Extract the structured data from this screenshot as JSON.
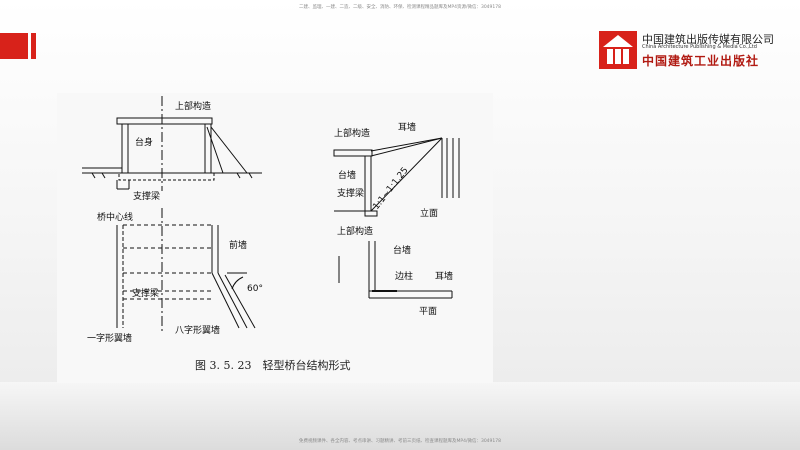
{
  "header": {
    "note": "二建、监理、一建、二造、二级、安全、消防、环保、检测课程精品题库及MP4资源/微信：3049178"
  },
  "footer": {
    "note": "免费视频课件、各全内容、考点串讲、习题精讲、考前三页纸、检查课程题库及MP4/微信：3049178"
  },
  "brand": {
    "name_cn": "中国建筑出版传媒有限公司",
    "name_en": "China Architecture Publishing & Media Co.,Ltd",
    "name_cn2": "中国建筑工业出版社",
    "accent": "#d8221a"
  },
  "figure": {
    "caption": "图 3. 5. 23　轻型桥台结构形式",
    "labels": {
      "superstructure_left": "上部构造",
      "abutment_body": "台身",
      "strut_beam_top": "支撑梁",
      "bridge_centerline": "桥中心线",
      "front_wall": "前墙",
      "strut_beam_plan": "支撑梁",
      "angle": "60°",
      "straight_wing_wall": "一字形翼墙",
      "splayed_wing_wall": "八字形翼墙",
      "superstructure_right": "上部构造",
      "ear_wall": "耳墙",
      "slope": "1:1~1:1.25",
      "abutment_wall": "台墙",
      "strut_beam_right": "支撑梁",
      "elevation": "立面",
      "superstructure_plan": "上部构造",
      "abutment_wall_plan": "台墙",
      "side_column": "边柱",
      "ear_wall_plan": "耳墙",
      "plan": "平面"
    }
  }
}
